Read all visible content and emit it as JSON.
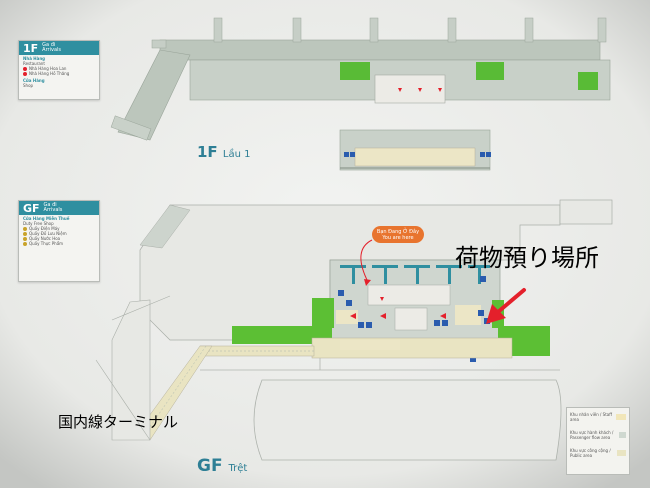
{
  "legend_1f": {
    "code": "1F",
    "subtitle_lines": [
      "Ga đi",
      "Arrivals"
    ],
    "sections": [
      {
        "title": "Nhà Hàng",
        "subtitle": "Restaurant",
        "items": [
          "Nhà Hàng Hoa Lan",
          "Nhà Hàng Hồ Thăng"
        ]
      },
      {
        "title": "Cửa Hàng",
        "subtitle": "Shop",
        "items": []
      }
    ]
  },
  "legend_gf": {
    "code": "GF",
    "subtitle_lines": [
      "Ga đi",
      "Arrivals"
    ],
    "sections": [
      {
        "title": "Cửa Hàng Miễn Thuế",
        "subtitle": "Duty Free Shop",
        "items": [
          "Quầy Điện Máy",
          "Quầy Đồ Lưu Niệm",
          "Quầy Nước Hoa",
          "Quầy Thực Phẩm"
        ]
      }
    ]
  },
  "floor_labels": {
    "first": {
      "code": "1F",
      "name": "Lầu 1"
    },
    "ground": {
      "code": "GF",
      "name": "Trệt"
    }
  },
  "you_are_here": {
    "line1": "Bạn Đang Ở Đây",
    "line2": "You are here"
  },
  "annotations": {
    "baggage_storage": "荷物預り場所",
    "domestic_terminal": "国内線ターミナル"
  },
  "key": [
    {
      "label": "Khu nhân viên / Staff area",
      "color": "#f1e6b9"
    },
    {
      "label": "Khu vực hành khách / Passenger flow area",
      "color": "#cfd8d0"
    },
    {
      "label": "Khu vực công cộng / Public area",
      "color": "#e9e4c2"
    }
  ],
  "colors": {
    "wall": "#f1f1ef",
    "building": "#c3ccc3",
    "green": "#5cbf34",
    "accent": "#2f8fa0",
    "arrow": "#e4202b",
    "you_here": "#e8742e"
  }
}
